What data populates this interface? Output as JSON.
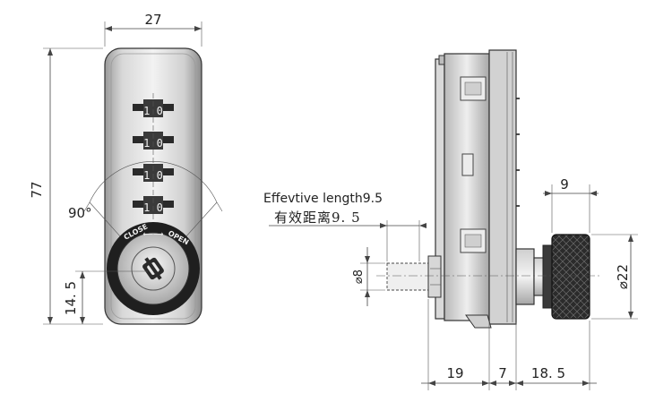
{
  "dims": {
    "width_top": "27",
    "height_left": "77",
    "height_key": "14. 5",
    "angle": "90°",
    "knob_width": "9",
    "knob_dia": "⌀22",
    "shaft_dia": "⌀8",
    "bottom_a": "19",
    "bottom_b": "7",
    "bottom_c": "18. 5"
  },
  "notes": {
    "effective_en": "Effevtive length9.5",
    "effective_cn": "有效距离9. 5"
  },
  "labels": {
    "close": "CLOSE",
    "open": "OPEN"
  },
  "colors": {
    "body_light": "#e6e6e6",
    "body_mid": "#bdbdbd",
    "body_dark": "#8a8a8a",
    "knob": "#2a2a2a"
  }
}
